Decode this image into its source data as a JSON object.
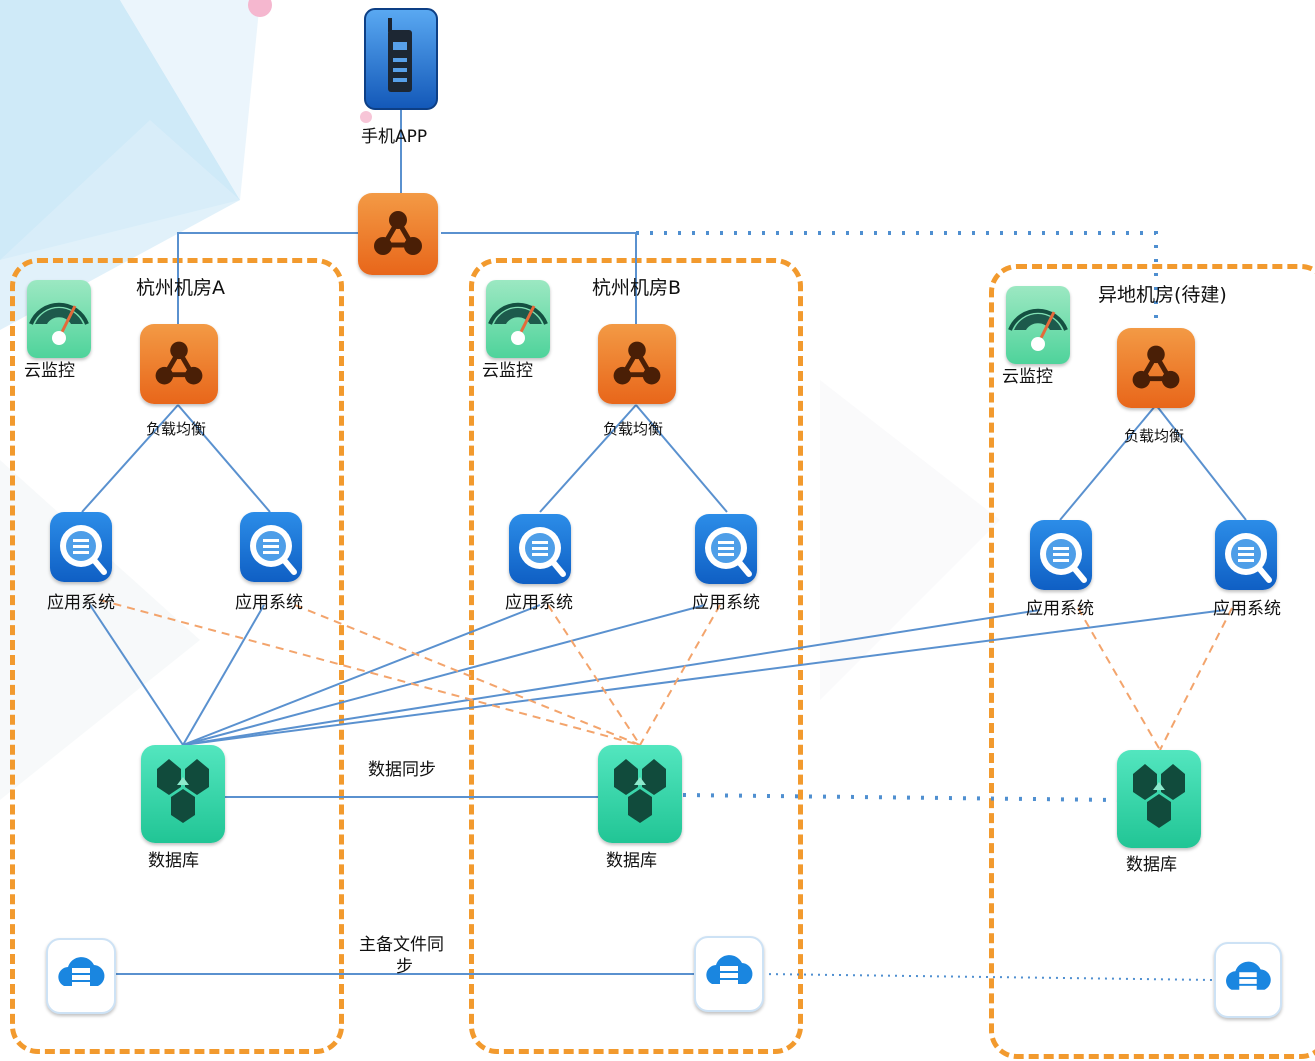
{
  "phone": {
    "label": "手机APP",
    "icon": "mobile-phone-icon"
  },
  "global_lb": {
    "icon": "load-balancer-icon"
  },
  "rooms": [
    {
      "id": "a",
      "title": "杭州机房A",
      "monitor_label": "云监控",
      "lb_label": "负载均衡",
      "app1_label": "应用系统",
      "app2_label": "应用系统",
      "db_label": "数据库"
    },
    {
      "id": "b",
      "title": "杭州机房B",
      "monitor_label": "云监控",
      "lb_label": "负载均衡",
      "app1_label": "应用系统",
      "app2_label": "应用系统",
      "db_label": "数据库"
    },
    {
      "id": "c",
      "title": "异地机房(待建)",
      "monitor_label": "云监控",
      "lb_label": "负载均衡",
      "app1_label": "应用系统",
      "app2_label": "应用系统",
      "db_label": "数据库"
    }
  ],
  "sync": {
    "data_sync_label": "数据同步",
    "file_sync_label_line1": "主备文件同",
    "file_sync_label_line2": "步"
  },
  "colors": {
    "zone_border": "#f29a2e",
    "solid_link": "#5a91cf",
    "dashed_link": "#f3a46c",
    "dotted_link": "#4f8fd0",
    "lb_orange": "#f07a1f",
    "app_blue": "#1570d6",
    "db_green": "#2ecfa6",
    "monitor_green": "#5ed9a3",
    "storage_blue": "#1a86e0"
  }
}
